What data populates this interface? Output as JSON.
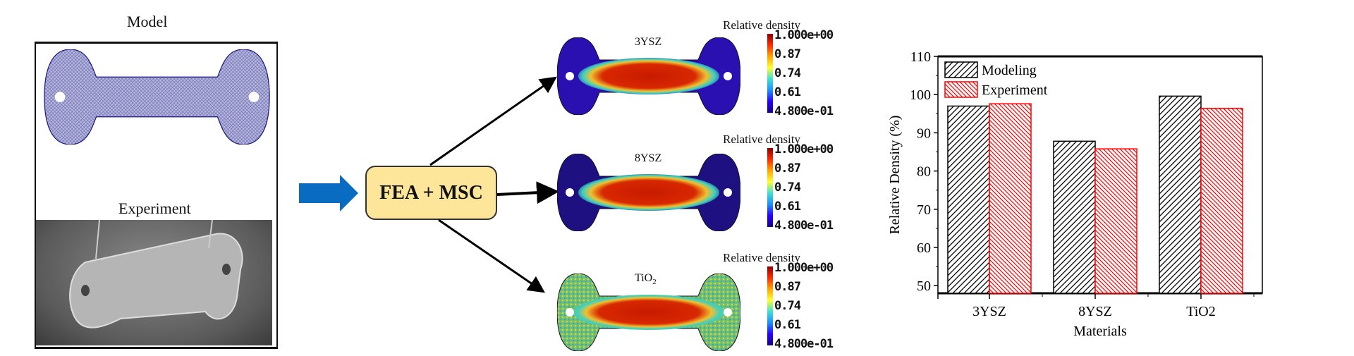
{
  "left_panel": {
    "model_label": "Model",
    "experiment_label": "Experiment"
  },
  "process": {
    "box_label": "FEA + MSC"
  },
  "simulations": [
    {
      "material": "3YSZ",
      "material_sub": "",
      "colorbar_title": "Relative density",
      "ticks": [
        "1.000e+00",
        "0.87",
        "0.74",
        "0.61",
        "4.800e-01"
      ]
    },
    {
      "material": "8YSZ",
      "material_sub": "",
      "colorbar_title": "Relative density",
      "ticks": [
        "1.000e+00",
        "0.87",
        "0.74",
        "0.61",
        "4.800e-01"
      ]
    },
    {
      "material": "TiO",
      "material_sub": "2",
      "colorbar_title": "Relative density",
      "ticks": [
        "1.000e+00",
        "0.87",
        "0.74",
        "0.61",
        "4.800e-01"
      ]
    }
  ],
  "colors": {
    "modeling": "#000000",
    "experiment": "#ff0000",
    "arrow_blue": "#0a6cc0",
    "box_fill": "#fde59a"
  },
  "chart_data": {
    "type": "bar",
    "categories": [
      "3YSZ",
      "8YSZ",
      "TiO2"
    ],
    "series": [
      {
        "name": "Modeling",
        "values": [
          97.0,
          87.8,
          99.6
        ],
        "pattern": "hatch-forward"
      },
      {
        "name": "Experiment",
        "values": [
          97.6,
          85.8,
          96.4
        ],
        "pattern": "hatch-backward"
      }
    ],
    "xlabel": "Materials",
    "ylabel": "Relative Density (%)",
    "ylim": [
      48,
      110
    ],
    "yticks": [
      50,
      60,
      70,
      80,
      90,
      100,
      110
    ],
    "legend": "top-left",
    "grid": false
  }
}
